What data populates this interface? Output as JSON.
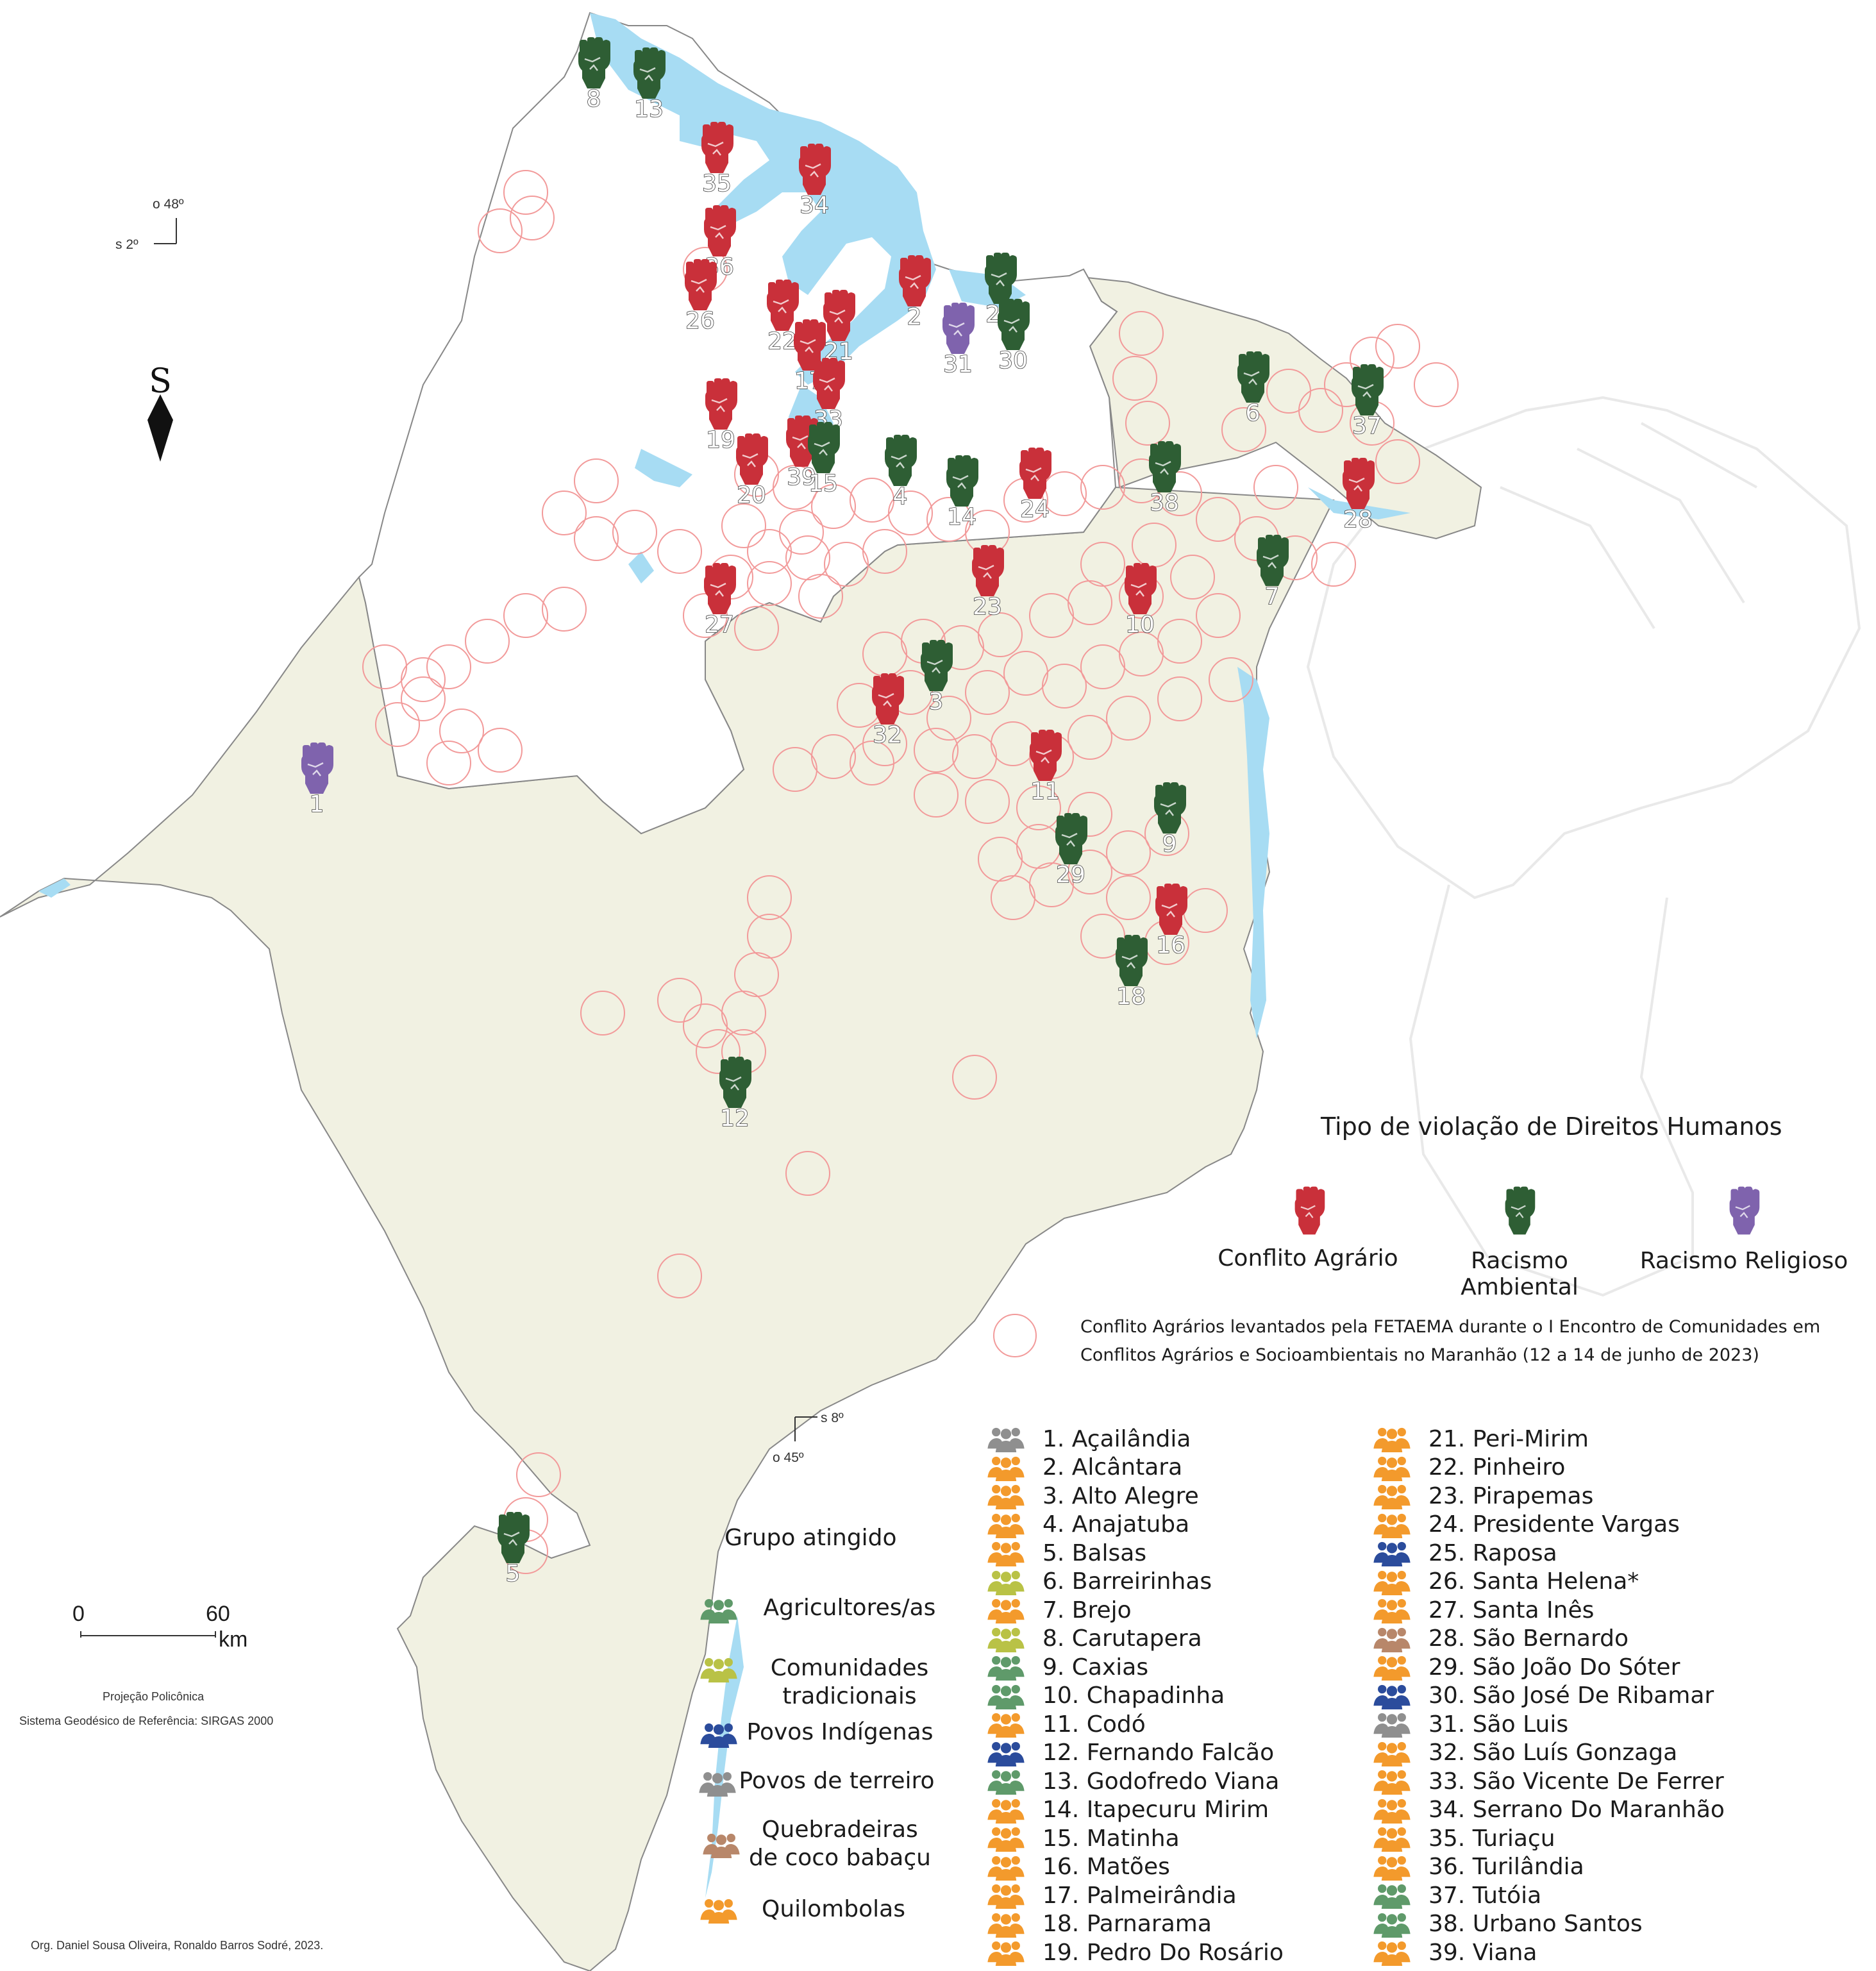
{
  "colors": {
    "agrario": "#c9303a",
    "ambiental": "#2e5e34",
    "religioso": "#7f63ad",
    "water": "#a7dcf3",
    "land": "#f1f1e2",
    "land_outline": "#888888",
    "fetaema_circle": "#f29a9a",
    "group_agricultores": "#5f9a6a",
    "group_tradicionais": "#b9c246",
    "group_indigenas": "#2b4c9c",
    "group_terreiro": "#8f8f8f",
    "group_quebradeiras": "#b8876a",
    "group_quilombolas": "#f39a2c"
  },
  "map": {
    "north_symbol": "S",
    "coord_top_lon": "o 48º",
    "coord_top_lat": "s 2º",
    "coord_bottom_lat": "s 8º",
    "coord_bottom_lon": "o 45º"
  },
  "markers": [
    {
      "id": "8",
      "type": "ambiental"
    },
    {
      "id": "13",
      "type": "ambiental"
    },
    {
      "id": "35",
      "type": "agrario"
    },
    {
      "id": "34",
      "type": "agrario"
    },
    {
      "id": "36",
      "type": "agrario"
    },
    {
      "id": "26",
      "type": "agrario"
    },
    {
      "id": "22",
      "type": "agrario"
    },
    {
      "id": "21",
      "type": "agrario"
    },
    {
      "id": "2",
      "type": "agrario"
    },
    {
      "id": "25",
      "type": "ambiental"
    },
    {
      "id": "30",
      "type": "ambiental"
    },
    {
      "id": "31",
      "type": "religioso"
    },
    {
      "id": "17",
      "type": "agrario"
    },
    {
      "id": "33",
      "type": "agrario"
    },
    {
      "id": "19",
      "type": "agrario"
    },
    {
      "id": "39",
      "type": "agrario"
    },
    {
      "id": "15",
      "type": "ambiental"
    },
    {
      "id": "20",
      "type": "agrario"
    },
    {
      "id": "4",
      "type": "ambiental"
    },
    {
      "id": "14",
      "type": "ambiental"
    },
    {
      "id": "24",
      "type": "agrario"
    },
    {
      "id": "38",
      "type": "ambiental"
    },
    {
      "id": "6",
      "type": "ambiental"
    },
    {
      "id": "37",
      "type": "ambiental"
    },
    {
      "id": "28",
      "type": "agrario"
    },
    {
      "id": "7",
      "type": "ambiental"
    },
    {
      "id": "27",
      "type": "agrario"
    },
    {
      "id": "23",
      "type": "agrario"
    },
    {
      "id": "10",
      "type": "agrario"
    },
    {
      "id": "3",
      "type": "ambiental"
    },
    {
      "id": "32",
      "type": "agrario"
    },
    {
      "id": "11",
      "type": "agrario"
    },
    {
      "id": "9",
      "type": "ambiental"
    },
    {
      "id": "29",
      "type": "ambiental"
    },
    {
      "id": "16",
      "type": "agrario"
    },
    {
      "id": "18",
      "type": "ambiental"
    },
    {
      "id": "1",
      "type": "religioso"
    },
    {
      "id": "12",
      "type": "ambiental"
    },
    {
      "id": "5",
      "type": "ambiental"
    }
  ],
  "legend": {
    "violation_title": "Tipo de violação de Direitos Humanos",
    "violations": [
      {
        "key": "agrario",
        "label": "Conflito Agrário"
      },
      {
        "key": "ambiental",
        "label": "Racismo Ambiental"
      },
      {
        "key": "religioso",
        "label": "Racismo Religioso"
      }
    ],
    "fetaema_line1": "Conflito Agrários levantados pela FETAEMA durante o I Encontro de Comunidades em",
    "fetaema_line2": "Conflitos  Agrários  e Socioambientais no Maranhão (12 a 14 de junho de 2023)",
    "group_title": "Grupo atingido",
    "groups": [
      {
        "key": "agricultores",
        "line1": "Agricultores/as",
        "line2": ""
      },
      {
        "key": "tradicionais",
        "line1": "Comunidades",
        "line2": "tradicionais"
      },
      {
        "key": "indigenas",
        "line1": "Povos Indígenas",
        "line2": ""
      },
      {
        "key": "terreiro",
        "line1": "Povos de terreiro",
        "line2": ""
      },
      {
        "key": "quebradeiras",
        "line1": "Quebradeiras",
        "line2": "de coco babaçu"
      },
      {
        "key": "quilombolas",
        "line1": "Quilombolas",
        "line2": ""
      }
    ]
  },
  "municipalities": [
    {
      "label": "1. Açailândia",
      "group": "terreiro"
    },
    {
      "label": "2. Alcântara",
      "group": "quilombolas"
    },
    {
      "label": "3. Alto Alegre",
      "group": "quilombolas"
    },
    {
      "label": "4. Anajatuba",
      "group": "quilombolas"
    },
    {
      "label": "5. Balsas",
      "group": "quilombolas"
    },
    {
      "label": "6. Barreirinhas",
      "group": "tradicionais"
    },
    {
      "label": "7. Brejo",
      "group": "quilombolas"
    },
    {
      "label": "8. Carutapera",
      "group": "tradicionais"
    },
    {
      "label": "9. Caxias",
      "group": "agricultores"
    },
    {
      "label": "10. Chapadinha",
      "group": "agricultores"
    },
    {
      "label": "11. Codó",
      "group": "quilombolas"
    },
    {
      "label": "12.  Fernando Falcão",
      "group": "indigenas"
    },
    {
      "label": "13. Godofredo Viana",
      "group": "agricultores"
    },
    {
      "label": "14. Itapecuru Mirim",
      "group": "quilombolas"
    },
    {
      "label": "15. Matinha",
      "group": "quilombolas"
    },
    {
      "label": "16. Matões",
      "group": "quilombolas"
    },
    {
      "label": "17. Palmeirândia",
      "group": "quilombolas"
    },
    {
      "label": "18. Parnarama",
      "group": "quilombolas"
    },
    {
      "label": "19. Pedro Do Rosário",
      "group": "quilombolas"
    },
    {
      "label": "21. Peri-Mirim",
      "group": "quilombolas"
    },
    {
      "label": "22. Pinheiro",
      "group": "quilombolas"
    },
    {
      "label": "23. Pirapemas",
      "group": "quilombolas"
    },
    {
      "label": "24. Presidente Vargas",
      "group": "quilombolas"
    },
    {
      "label": "25. Raposa",
      "group": "indigenas"
    },
    {
      "label": "26. Santa Helena*",
      "group": "quilombolas"
    },
    {
      "label": "27. Santa Inês",
      "group": "quilombolas"
    },
    {
      "label": "28. São Bernardo",
      "group": "quebradeiras"
    },
    {
      "label": "29. São João Do Sóter",
      "group": "quilombolas"
    },
    {
      "label": "30. São José De Ribamar",
      "group": "indigenas"
    },
    {
      "label": "31. São Luis",
      "group": "terreiro"
    },
    {
      "label": "32. São Luís Gonzaga",
      "group": "quilombolas"
    },
    {
      "label": "33. São Vicente De Ferrer",
      "group": "quilombolas"
    },
    {
      "label": "34. Serrano Do Maranhão",
      "group": "quilombolas"
    },
    {
      "label": "35. Turiaçu",
      "group": "quilombolas"
    },
    {
      "label": "36. Turilândia",
      "group": "quilombolas"
    },
    {
      "label": "37. Tutóia",
      "group": "agricultores"
    },
    {
      "label": "38. Urbano Santos",
      "group": "agricultores"
    },
    {
      "label": "39. Viana",
      "group": "quilombolas"
    }
  ],
  "scale": {
    "start": "0",
    "end": "60",
    "unit": "km"
  },
  "projection": "Projeção Policônica",
  "datum": "Sistema Geodésico de Referência: SIRGAS 2000",
  "credits": "Org. Daniel Sousa Oliveira, Ronaldo Barros Sodré, 2023."
}
